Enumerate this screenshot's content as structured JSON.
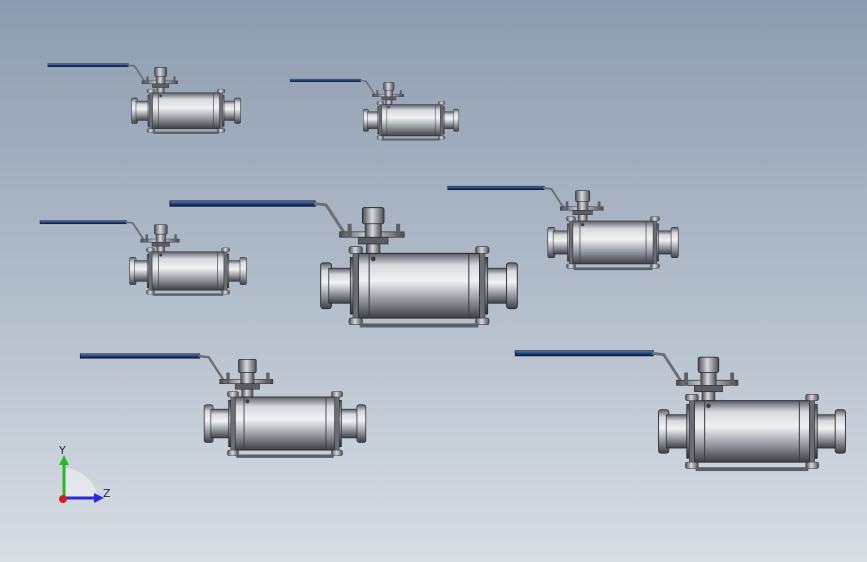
{
  "viewport": {
    "background_top": "#8d9cb0",
    "background_bottom": "#d9dee5"
  },
  "triad": {
    "y_label": "Y",
    "z_label": "Z",
    "y_color": "#2db52d",
    "z_color": "#2b2bd6",
    "x_color": "#d22020"
  },
  "model": {
    "part": "ball-valve-tri-clamp",
    "instances": 7,
    "handle_color": "#1d3f7a",
    "body_color": "#b9bdc3"
  }
}
